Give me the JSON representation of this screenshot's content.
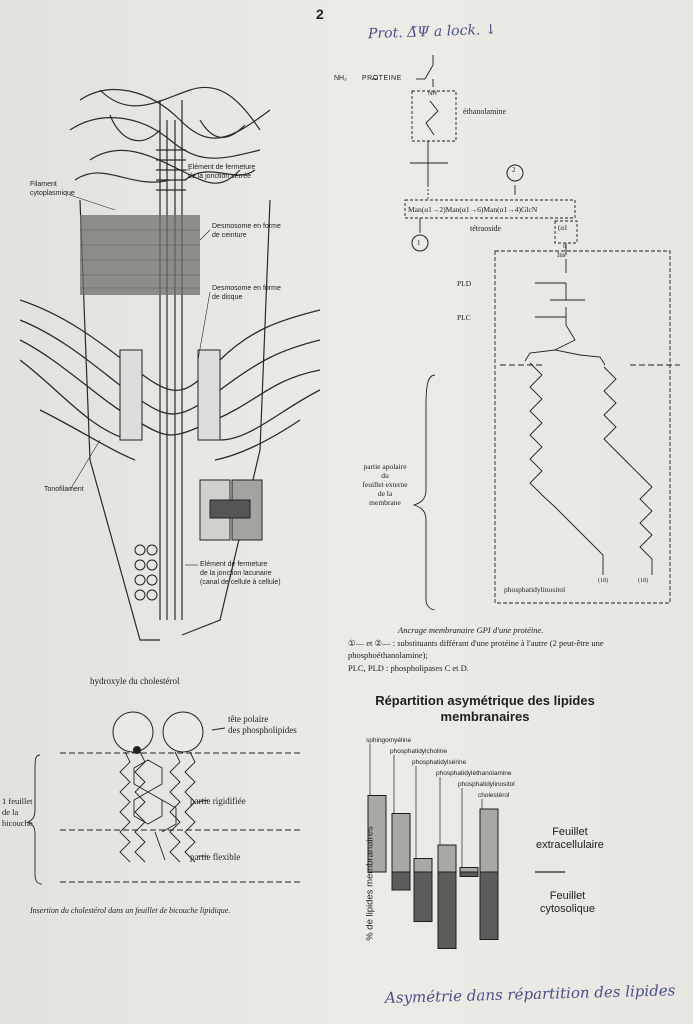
{
  "page_number": "2",
  "handwritten": {
    "top_note": "Prot. Δ̃Ψ a lock. ↓",
    "bottom_note": "Asymétrie dans répartition des lipides"
  },
  "junction_figure": {
    "labels": {
      "filament": "Filament\ncytoplasmique",
      "element_serree": "Elément de fermeture\nde la jonction serrée",
      "desmosome_ceinture": "Desmosome en forme\nde ceinture",
      "desmosome_disque": "Desmosome en forme\nde disque",
      "tonofilament": "Tonofilament",
      "element_lacunaire": "Elément de fermeture\nde la jonction lacunaire\n(canal de cellule à cellule)"
    }
  },
  "gpi_figure": {
    "nh2": "NH₂",
    "proteine": "PROTEINE",
    "nh": "NH",
    "ethanolamine": "éthanolamine",
    "circle_1": "1",
    "circle_2": "2",
    "sugar_chain": "Man(α1→2)Man(α1→6)Man(α1→4)GlcN",
    "alpha": "(α1",
    "six": "6",
    "tetraoside": "tétraoside",
    "ins": "Ins",
    "pld": "PLD",
    "plc": "PLC",
    "apolar": "partie apolaire\ndu\nfeuillet externe\nde la\nmembrane",
    "phosphatidylinositol": "phosphatidylinositol",
    "chain_a": "(18)",
    "chain_b": "(18)",
    "caption_title": "Ancrage membranaire GPI d'une protéine.",
    "caption_line1": "①— et ②— : substituants différant d'une protéine à l'autre (2 peut-être une",
    "caption_line2": "phosphoéthanolamine);",
    "caption_line3": "PLC, PLD : phospholipases C et D."
  },
  "cholesterol_figure": {
    "hydroxyle": "hydroxyle du cholestérol",
    "tete_polaire": "tête polaire\ndes phospholipides",
    "feuillet": "1 feuillet\nde la\nbicouche",
    "rigidifiee": "partie rigidifiée",
    "flexible": "partie flexible",
    "caption": "Insertion du cholestérol dans un feuillet de bicouche lipidique."
  },
  "chart_data": {
    "type": "bar",
    "title": "Répartition asymétrique des lipides membranaires",
    "ylabel": "% de lipides membranaires",
    "legend": {
      "extracellular": "Feuillet\nextracellulaire",
      "cytosolic": "Feuillet\ncytosolique"
    },
    "categories": [
      "sphingomyéline",
      "phosphatidylcholine",
      "phosphatidylsérine",
      "phosphatidyléthanolamine",
      "phosphatidylinositol",
      "cholestérol"
    ],
    "series": [
      {
        "name": "Feuillet extracellulaire",
        "values": [
          17,
          13,
          3,
          6,
          1,
          14
        ]
      },
      {
        "name": "Feuillet cytosolique",
        "values": [
          0,
          4,
          11,
          17,
          1,
          15
        ]
      }
    ],
    "colors": {
      "extracellular": "#a8a8a4",
      "cytosolic": "#5c5c5a",
      "outline": "#1e1e1e"
    }
  }
}
